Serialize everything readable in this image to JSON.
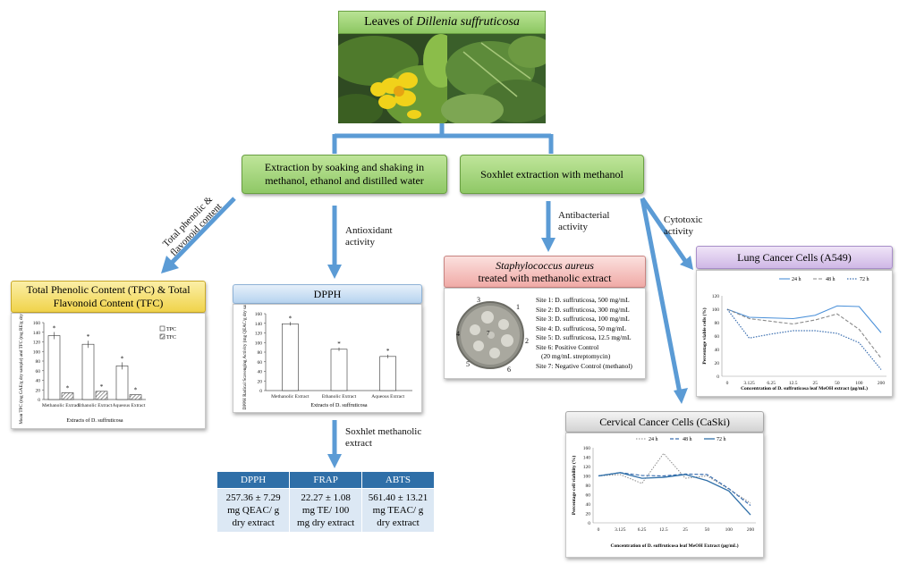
{
  "title": {
    "prefix": "Leaves of ",
    "species": "Dillenia suffruticosa"
  },
  "boxes": {
    "extraction_soak": "Extraction by soaking and shaking in methanol, ethanol and distilled water",
    "soxhlet": "Soxhlet extraction with methanol"
  },
  "arrows": {
    "tpc_tfc": "Total phenolic & flavonoid content",
    "antioxidant": "Antioxidant activity",
    "antibacterial": "Antibacterial activity",
    "cytotoxic": "Cytotoxic activity",
    "soxhlet_extract": "Soxhlet methanolic extract"
  },
  "tpc_panel": {
    "title": "Total Phenolic Content (TPC) & Total Flavonoid Content (TFC)",
    "ylabel": "Mean TPC (mg GAE/g dry sample) and TFC (mg RE/g dry sample)",
    "xlabel": "Extracts of D. suffruticosa",
    "legend_tpc": "TPC",
    "legend_tfc": "TFC",
    "star": "*"
  },
  "dpph_panel": {
    "title": "DPPH",
    "ylabel": "DPPH Radical Scavenging Activity (mg QEAC/g dry sample)",
    "xlabel": "Extracts of D. suffruticosa",
    "star": "*"
  },
  "staph_panel": {
    "title_italic": "Staphylococcus aureus",
    "title_rest": "treated with methanolic extract",
    "plate_numbers": [
      "1",
      "2",
      "3",
      "4",
      "5",
      "6",
      "7"
    ],
    "sites": [
      "Site 1: D. suffruticosa, 500 mg/mL",
      "Site 2: D. suffruticosa, 300 mg/mL",
      "Site 3: D. suffruticosa, 100 mg/mL",
      "Site 4: D. suffruticosa, 50 mg/mL",
      "Site 5: D. suffruticosa, 12.5 mg/mL",
      "Site 6: Positive Control",
      "(20 mg/mL streptomycin)",
      "Site 7: Negative Control (methanol)"
    ]
  },
  "lung_panel": {
    "title": "Lung Cancer Cells (A549)",
    "ylabel": "Percentage viable cells (%)",
    "xlabel": "Concentration of D. suffruticosa leaf MeOH extract (µg/mL)"
  },
  "cervical_panel": {
    "title": "Cervical Cancer Cells (CaSki)",
    "ylabel": "Percentage cell viability (%)",
    "xlabel": "Concentration of D. suffruticosa leaf MeOH Extract (µg/mL)"
  },
  "antioxidant_table": {
    "headers": [
      "DPPH",
      "FRAP",
      "ABTS"
    ],
    "values": [
      [
        "257.36 ± 7.29",
        "mg QEAC/ g",
        "dry extract"
      ],
      [
        "22.27 ± 1.08",
        "mg TE/ 100",
        "mg dry extract"
      ],
      [
        "561.40 ± 13.21",
        "mg TEAC/ g",
        "dry extract"
      ]
    ]
  },
  "colors": {
    "arrow": "#5b9bd5",
    "green": "#9bd175",
    "blue_header": "#2f6fa8"
  },
  "chart_data": [
    {
      "type": "bar",
      "categories": [
        "Methanolic Extract",
        "Ethanolic Extract",
        "Aqueous Extract"
      ],
      "series": [
        {
          "name": "TPC",
          "values": [
            133,
            115,
            70
          ]
        },
        {
          "name": "TFC",
          "values": [
            14,
            17,
            10
          ]
        }
      ],
      "ylim": [
        0,
        160
      ],
      "yticks": [
        0,
        20,
        40,
        60,
        80,
        100,
        120,
        140,
        160
      ],
      "legend": "top-right"
    },
    {
      "type": "bar",
      "categories": [
        "Methanolic Extract",
        "Ethanolic Extract",
        "Aqueous Extract"
      ],
      "values": [
        139,
        86,
        71
      ],
      "ylim": [
        0,
        160
      ],
      "yticks": [
        0,
        20,
        40,
        60,
        80,
        100,
        120,
        140,
        160
      ]
    },
    {
      "type": "line",
      "x": [
        "0",
        "3.125",
        "6.25",
        "12.5",
        "25",
        "50",
        "100",
        "200"
      ],
      "series": [
        {
          "name": "24 h",
          "values": [
            100,
            88,
            87,
            86,
            91,
            105,
            104,
            65
          ]
        },
        {
          "name": "48 h",
          "values": [
            100,
            86,
            82,
            78,
            84,
            93,
            70,
            27
          ]
        },
        {
          "name": "72 h",
          "values": [
            100,
            57,
            63,
            68,
            68,
            64,
            50,
            10
          ]
        }
      ],
      "ylim": [
        0,
        120
      ],
      "yticks": [
        0,
        20,
        40,
        60,
        80,
        100,
        120
      ],
      "legend": "top"
    },
    {
      "type": "line",
      "x": [
        "0",
        "3.125",
        "6.25",
        "12.5",
        "25",
        "50",
        "100",
        "200"
      ],
      "series": [
        {
          "name": "24 h",
          "values": [
            100,
            103,
            84,
            148,
            95,
            100,
            72,
            42
          ]
        },
        {
          "name": "48 h",
          "values": [
            100,
            107,
            101,
            100,
            104,
            103,
            73,
            37
          ]
        },
        {
          "name": "72 h",
          "values": [
            100,
            107,
            95,
            97,
            103,
            90,
            68,
            17
          ]
        }
      ],
      "ylim": [
        0,
        160
      ],
      "yticks": [
        0,
        20,
        40,
        60,
        80,
        100,
        120,
        140,
        160
      ],
      "legend": "top"
    }
  ]
}
